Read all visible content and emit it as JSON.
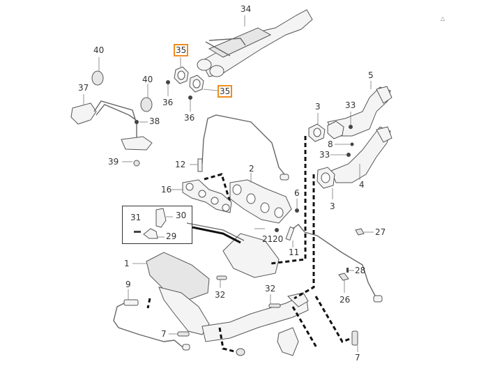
{
  "diagram": {
    "title": "Exhaust manifold and catalytic converter parts diagram",
    "highlight_color": "#f08c1e",
    "corner_mark": "△",
    "callouts": [
      {
        "id": "c34",
        "label": "34",
        "highlighted": false
      },
      {
        "id": "c35a",
        "label": "35",
        "highlighted": true
      },
      {
        "id": "c35b",
        "label": "35",
        "highlighted": true
      },
      {
        "id": "c36a",
        "label": "36",
        "highlighted": false
      },
      {
        "id": "c36b",
        "label": "36",
        "highlighted": false
      },
      {
        "id": "c40a",
        "label": "40",
        "highlighted": false
      },
      {
        "id": "c40b",
        "label": "40",
        "highlighted": false
      },
      {
        "id": "c37",
        "label": "37",
        "highlighted": false
      },
      {
        "id": "c38",
        "label": "38",
        "highlighted": false
      },
      {
        "id": "c39",
        "label": "39",
        "highlighted": false
      },
      {
        "id": "c12",
        "label": "12",
        "highlighted": false
      },
      {
        "id": "c2",
        "label": "2",
        "highlighted": false
      },
      {
        "id": "c16",
        "label": "16",
        "highlighted": false
      },
      {
        "id": "c6",
        "label": "6",
        "highlighted": false
      },
      {
        "id": "c5",
        "label": "5",
        "highlighted": false
      },
      {
        "id": "c3a",
        "label": "3",
        "highlighted": false
      },
      {
        "id": "c33a",
        "label": "33",
        "highlighted": false
      },
      {
        "id": "c8",
        "label": "8",
        "highlighted": false
      },
      {
        "id": "c33b",
        "label": "33",
        "highlighted": false
      },
      {
        "id": "c4",
        "label": "4",
        "highlighted": false
      },
      {
        "id": "c3b",
        "label": "3",
        "highlighted": false
      },
      {
        "id": "c31",
        "label": "31",
        "highlighted": false
      },
      {
        "id": "c30",
        "label": "30",
        "highlighted": false
      },
      {
        "id": "c29",
        "label": "29",
        "highlighted": false
      },
      {
        "id": "c21",
        "label": "21",
        "highlighted": false
      },
      {
        "id": "c20",
        "label": "20",
        "highlighted": false
      },
      {
        "id": "c11",
        "label": "11",
        "highlighted": false
      },
      {
        "id": "c27",
        "label": "27",
        "highlighted": false
      },
      {
        "id": "c1",
        "label": "1",
        "highlighted": false
      },
      {
        "id": "c28",
        "label": "28",
        "highlighted": false
      },
      {
        "id": "c26",
        "label": "26",
        "highlighted": false
      },
      {
        "id": "c9",
        "label": "9",
        "highlighted": false
      },
      {
        "id": "c32a",
        "label": "32",
        "highlighted": false
      },
      {
        "id": "c32b",
        "label": "32",
        "highlighted": false
      },
      {
        "id": "c7a",
        "label": "7",
        "highlighted": false
      },
      {
        "id": "c7b",
        "label": "7",
        "highlighted": false
      }
    ]
  }
}
